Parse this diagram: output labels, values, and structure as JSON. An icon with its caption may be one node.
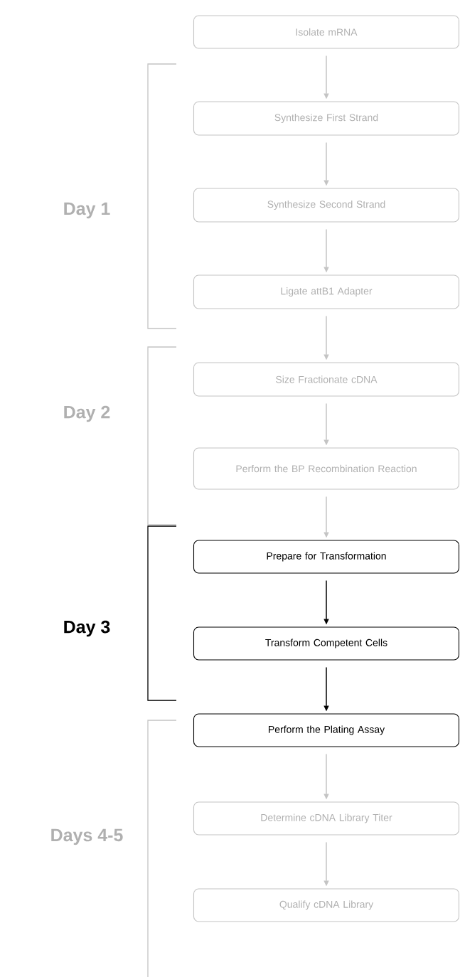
{
  "diagram": {
    "nodes": [
      {
        "text": [
          "Isolate mRNA"
        ]
      },
      {
        "text": [
          "Synthesize First Strand"
        ]
      },
      {
        "text": [
          "Synthesize Second Strand"
        ]
      },
      {
        "text": [
          "Ligate attB1 Adapter"
        ]
      },
      {
        "text": [
          "Size Fractionate cDNA"
        ]
      },
      {
        "text": [
          "Perform the BP Recombination Reaction"
        ]
      },
      {
        "text": [
          "Prepare for Transformation"
        ]
      },
      {
        "text": [
          "Transform Competent Cells"
        ]
      },
      {
        "text": [
          "Perform the Plating Assay"
        ]
      },
      {
        "text": [
          "Determine cDNA Library Titer"
        ]
      },
      {
        "text": [
          "Qualify cDNA Library"
        ]
      }
    ],
    "edges": [
      {
        "from": 0,
        "to": 1,
        "arrow": "to"
      },
      {
        "from": 1,
        "to": 2,
        "arrow": "to"
      },
      {
        "from": 2,
        "to": 3,
        "arrow": "to"
      },
      {
        "from": 3,
        "to": 4,
        "arrow": "to"
      },
      {
        "from": 4,
        "to": 5,
        "arrow": "to"
      },
      {
        "from": 5,
        "to": 6,
        "arrow": "to"
      },
      {
        "from": 6,
        "to": 7,
        "arrow": "to",
        "color": "#000000"
      },
      {
        "from": 7,
        "to": 8,
        "arrow": "to",
        "color": "#000000"
      },
      {
        "from": 8,
        "to": 9,
        "arrow": "to"
      },
      {
        "from": 9,
        "to": 10,
        "arrow": "to"
      }
    ],
    "labels": [
      "Day 1",
      "Day 2",
      "Day 3",
      "Days 4-5"
    ]
  }
}
